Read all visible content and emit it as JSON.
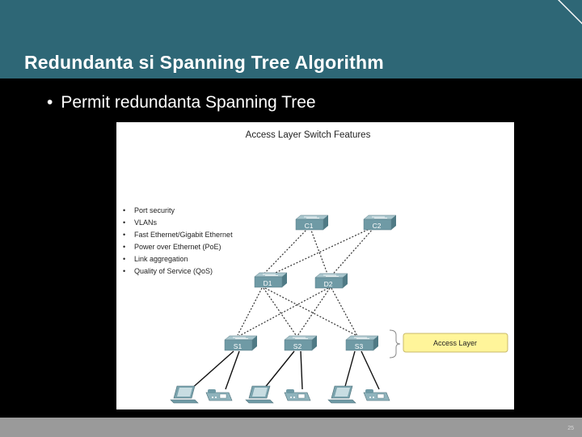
{
  "slide": {
    "title": "Redundanta si Spanning Tree Algorithm",
    "bullet": "Permit redundanta Spanning Tree",
    "page_number": "25"
  },
  "figure": {
    "title": "Access Layer Switch Features",
    "features": [
      "Port security",
      "VLANs",
      "Fast Ethernet/Gigabit Ethernet",
      "Power over Ethernet (PoE)",
      "Link aggregation",
      "Quality of Service (QoS)"
    ],
    "switches": {
      "core": [
        "C1",
        "C2"
      ],
      "distribution": [
        "D1",
        "D2"
      ],
      "access": [
        "S1",
        "S2",
        "S3"
      ]
    },
    "callout": "Access Layer",
    "colors": {
      "header": "#2e6776",
      "switch_face": "#6f9aa5",
      "callout_fill": "#fff59a"
    }
  }
}
